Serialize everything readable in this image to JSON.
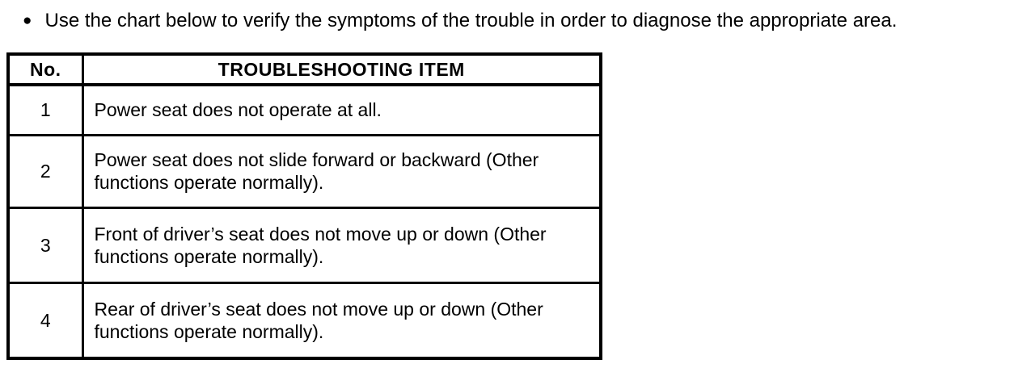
{
  "intro": {
    "bullet_icon": "●",
    "text": "Use the chart below to verify the symptoms of the trouble in order to diagnose the appropriate area."
  },
  "table": {
    "headers": {
      "no": "No.",
      "item": "TROUBLESHOOTING ITEM"
    },
    "rows": [
      {
        "no": "1",
        "item": "Power seat does not operate at all."
      },
      {
        "no": "2",
        "item": "Power seat does not slide forward or backward (Other functions operate normally)."
      },
      {
        "no": "3",
        "item": "Front of driver’s seat does not move up or down (Other functions operate normally)."
      },
      {
        "no": "4",
        "item": "Rear of driver’s seat does not move up or down (Other functions operate normally)."
      }
    ]
  },
  "colors": {
    "ink": "#000000",
    "paper": "#ffffff"
  }
}
